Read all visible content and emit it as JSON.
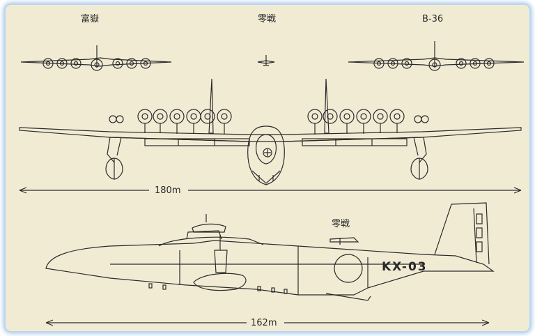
{
  "labels": {
    "fugaku": "富嶽",
    "zerosen_top": "零戦",
    "b36": "B-36",
    "span": "180m",
    "zerosen_side": "零戦",
    "registration": "KX-03",
    "length": "162m"
  },
  "colors": {
    "paper": "#f2ebd4",
    "ink": "#2a2a2a",
    "frame_border": "#b9d6f2"
  }
}
